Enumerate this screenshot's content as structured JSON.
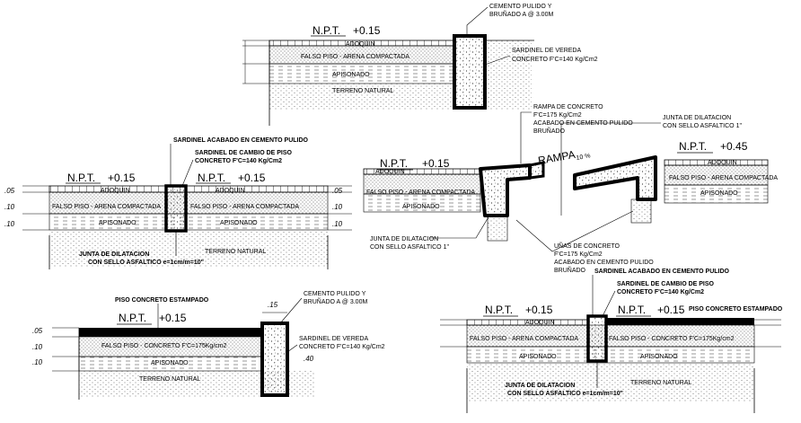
{
  "detail_tl": {
    "npt": "N.P.T.",
    "npt_value": "+0.15",
    "adoquin": "ADOQUIN",
    "falso_piso": "FALSO PISO - ARENA COMPACTADA",
    "apisonado": "APISONADO",
    "terreno": "TERRENO NATURAL",
    "cemento_1": "CEMENTO PULIDO Y",
    "cemento_2": "BRUÑADO A @ 3.00M",
    "sardinel_1": "SARDINEL DE VEREDA",
    "sardinel_2": "CONCRETO F'C=140 Kg/Cm2"
  },
  "detail_ml": {
    "title": "SARDINEL ACABADO EN CEMENTO PULIDO",
    "cambio_1": "SARDINEL DE CAMBIO DE PISO",
    "cambio_2": "CONCRETO F'C=140 Kg/Cm2",
    "npt_left": "N.P.T.",
    "npt_left_value": "+0.15",
    "npt_right": "N.P.T.",
    "npt_right_value": "+0.15",
    "adoquin_left": "ADOQUIN",
    "adoquin_right": "ADOQUIN",
    "falso_left": "FALSO PISO - ARENA COMPACTADA",
    "falso_right": "FALSO PISO - ARENA COMPACTADA",
    "apisonado_left": "APISONADO",
    "apisonado_right": "APISONADO",
    "terreno": "TERRENO NATURAL",
    "junta_1": "JUNTA DE DILATACION",
    "junta_2": "CON SELLO ASFALTICO  e=1cm/m=10\"",
    "dims_left": [
      ".05",
      ".10",
      ".10"
    ],
    "dims_right": [
      ".05",
      ".10",
      ".10"
    ]
  },
  "detail_mr": {
    "npt_left": "N.P.T.",
    "npt_left_value": "+0.15",
    "npt_right": "N.P.T.",
    "npt_right_value": "+0.45",
    "rampa": "RAMPA",
    "rampa_pct": "10 %",
    "rampa_c_1": "RAMPA DE CONCRETO",
    "rampa_c_2": "F'C=175 Kg/Cm2",
    "rampa_c_3": "ACABADO EN CEMENTO PULIDO",
    "rampa_c_4": "BRUÑADO",
    "junta_top_1": "JUNTA DE DILATACION",
    "junta_top_2": "CON SELLO ASFALTICO 1\"",
    "adoquin_left": "ADOQUIN",
    "adoquin_right": "ADOQUIN",
    "falso_left": "FALSO PISO - ARENA COMPACTADA",
    "falso_right": "FALSO PISO - ARENA COMPACTADA",
    "apisonado_left": "APISONADO",
    "apisonado_right": "APISONADO",
    "junta_bot_1": "JUNTA DE DILATACION",
    "junta_bot_2": "CON SELLO ASFALTICO 1\"",
    "unas_1": "UÑAS DE CONCRETO",
    "unas_2": "F'C=175 Kg/Cm2",
    "unas_3": "ACABADO EN CEMENTO PULIDO",
    "unas_4": "BRUÑADO"
  },
  "detail_bl": {
    "piso_estampado": "PISO CONCRETO ESTAMPADO",
    "npt": "N.P.T.",
    "npt_value": "+0.15",
    "falso_piso": "FALSO PISO - CONCRETO F'C=175Kg/cm2",
    "apisonado": "APISONADO",
    "terreno": "TERRENO NATURAL",
    "cemento_1": "CEMENTO PULIDO Y",
    "cemento_2": "BRUÑADO A @ 3.00M",
    "sardinel_1": "SARDINEL DE VEREDA",
    "sardinel_2": "CONCRETO F'C=140 Kg/Cm2",
    "dims_left": [
      ".05",
      ".10",
      ".10"
    ],
    "dim_top": ".15",
    "dim_right": ".40"
  },
  "detail_br": {
    "title": "SARDINEL ACABADO EN CEMENTO PULIDO",
    "cambio_1": "SARDINEL DE CAMBIO DE PISO",
    "cambio_2": "CONCRETO F'C=140 Kg/Cm2",
    "npt_left": "N.P.T.",
    "npt_left_value": "+0.15",
    "npt_right": "N.P.T.",
    "npt_right_value": "+0.15",
    "piso_estampado": "PISO CONCRETO ESTAMPADO",
    "adoquin": "ADOQUIN",
    "falso_left": "FALSO PISO - ARENA COMPACTADA",
    "falso_right": "FALSO PISO - CONCRETO F'C=175Kg/cm2",
    "apisonado_left": "APISONADO",
    "apisonado_right": "APISONADO",
    "terreno": "TERRENO NATURAL",
    "junta_1": "JUNTA DE DILATACION",
    "junta_2": "CON SELLO ASFALTICO  e=1cm/m=10\""
  }
}
